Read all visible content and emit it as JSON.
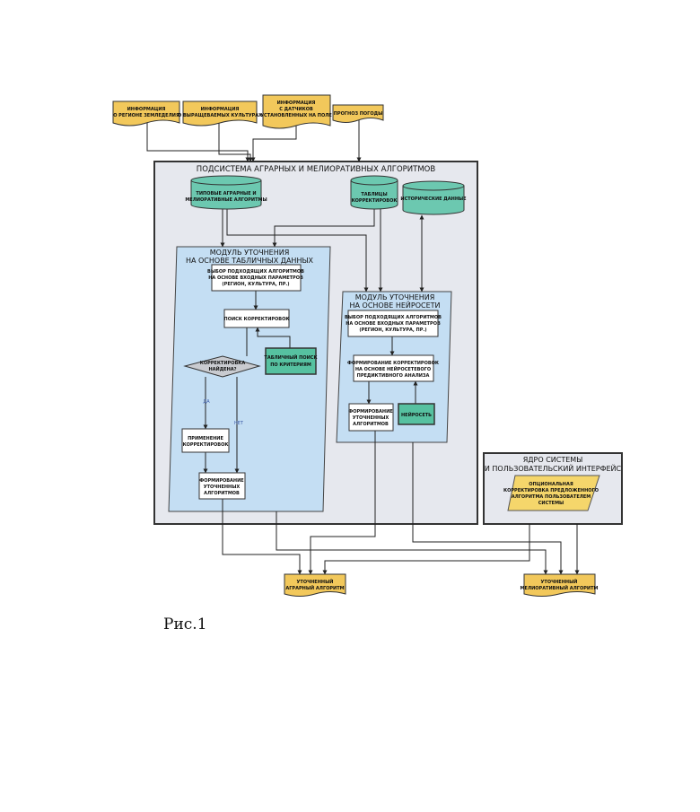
{
  "inputs": {
    "region": [
      "ИНФОРМАЦИЯ",
      "О РЕГИОНЕ ЗЕМЛЕДЕЛИЯ"
    ],
    "crops": [
      "ИНФОРМАЦИЯ",
      "О ВЫРАЩЕВАЕМЫХ КУЛЬТУРАХ"
    ],
    "sensors": [
      "ИНФОРМАЦИЯ",
      "С ДАТЧИКОВ",
      "УСТАНОВЛЕННЫХ НА ПОЛЕ"
    ],
    "weather": [
      "ПРОГНОЗ ПОГОДЫ"
    ]
  },
  "subsystem": {
    "title": "ПОДСИСТЕМА АГРАРНЫХ И МЕЛИОРАТИВНЫХ АЛГОРИТМОВ",
    "db_typical": [
      "ТИПОВЫЕ АГРАРНЫЕ И",
      "МЕЛИОРАТИВНЫЕ АЛГОРИТМЫ"
    ],
    "db_tables": [
      "ТАБЛИЦЫ",
      "КОРРЕКТИРОВОК"
    ],
    "db_history": [
      "ИСТОРИЧЕСКИЕ ДАННЫЕ"
    ]
  },
  "table_module": {
    "title": [
      "МОДУЛЬ УТОЧНЕНИЯ",
      "НА ОСНОВЕ ТАБЛИЧНЫХ ДАННЫХ"
    ],
    "select": [
      "ВЫБОР ПОДХОДЯЩИХ АЛГОРИТМОВ",
      "НА ОСНОВЕ ВХОДНЫХ ПАРАМЕТРОВ",
      "(РЕГИОН, КУЛЬТУРА, ПР.)"
    ],
    "search": [
      "ПОИСК КОРРЕКТИРОВОК"
    ],
    "lookup": [
      "ТАБЛИЧНЫЙ ПОИСК",
      "ПО КРИТЕРИЯМ"
    ],
    "decision": [
      "КОРРЕКТИРОВКА",
      "НАЙДЕНА?"
    ],
    "yes": "ДА",
    "no": "НЕТ",
    "apply": [
      "ПРИМЕНЕНИЕ",
      "КОРРЕКТИРОВОК"
    ],
    "form": [
      "ФОРМИРОВАНИЕ",
      "УТОЧНЕННЫХ",
      "АЛГОРИТМОВ"
    ]
  },
  "nn_module": {
    "title": [
      "МОДУЛЬ УТОЧНЕНИЯ",
      "НА ОСНОВЕ НЕЙРОСЕТИ"
    ],
    "select": [
      "ВЫБОР ПОДХОДЯЩИХ АЛГОРИТМОВ",
      "НА ОСНОВЕ ВХОДНЫХ ПАРАМЕТРОВ",
      "(РЕГИОН, КУЛЬТУРА, ПР.)"
    ],
    "predict": [
      "ФОРМИРОВАНИЕ КОРРЕКТИРОВОК",
      "НА ОСНОВЕ НЕЙРОСЕТЕВОГО",
      "ПРЕДИКТИВНОГО АНАЛИЗА"
    ],
    "form": [
      "ФОРМИРОВАНИЕ",
      "УТОЧНЕННЫХ",
      "АЛГОРИТМОВ"
    ],
    "net": [
      "НЕЙРОСЕТЬ"
    ]
  },
  "core": {
    "title": [
      "ЯДРО СИСТЕМЫ",
      "И ПОЛЬЗОВАТЕЛЬСКИЙ ИНТЕРФЕЙС"
    ],
    "option": [
      "ОПЦИОНАЛЬНАЯ",
      "КОРРЕКТИРОВКА ПРЕДЛОЖЕННОГО",
      "АЛГОРИТМА ПОЛЬЗОВАТЕЛЕМ",
      "СИСТЕМЫ"
    ]
  },
  "outputs": {
    "agro": [
      "УТОЧНЕННЫЙ",
      "АГРАРНЫЙ АЛГОРИТМ"
    ],
    "melio": [
      "УТОЧНЕННЫЙ",
      "МЕЛИОРАТИВНЫЙ АЛГОРИТМ"
    ]
  },
  "caption": "Рис.1",
  "colors": {
    "doc_fill": "#f2c85b",
    "db_fill": "#6cc8b0",
    "panel_fill": "#e6e8ee",
    "module_fill": "#c4def3",
    "diamond_fill": "#c9cbd0",
    "teal_box": "#56c1a0",
    "core_shape": "#f5d66b"
  }
}
